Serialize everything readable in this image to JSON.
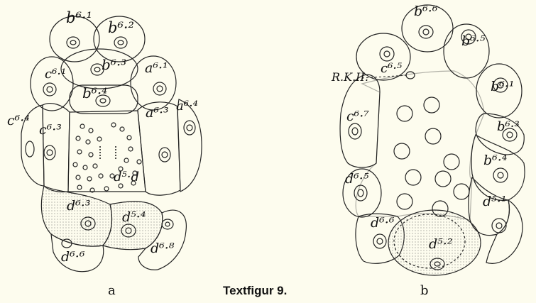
{
  "caption": {
    "title": "Textfigur 9.",
    "panel_a": "a",
    "panel_b": "b"
  },
  "panel_a_labels": {
    "b61": "b⁶·¹",
    "b62": "b⁶·²",
    "b63": "b⁶·³",
    "b64": "b⁶·⁴",
    "c61": "c⁶·¹",
    "a61": "a⁶·¹",
    "c64": "c⁶·⁴",
    "c63": "c⁶·³",
    "a63": "a⁶·³",
    "a64": "a⁶·⁴",
    "d5d": "d⁵·d",
    "d63": "d⁶·³",
    "d54": "d⁵·⁴",
    "d66": "d⁶·⁶",
    "d68": "d⁶·⁸"
  },
  "panel_b_labels": {
    "b66": "b⁶·⁶",
    "b65": "b⁶·⁵",
    "c65": "c⁶·⁵",
    "b61": "b⁶·¹",
    "rk": "R.K.II.",
    "c67": "c⁶·⁷",
    "b63": "b⁶·³",
    "b64": "b⁶·⁴",
    "d65": "d⁶·⁵",
    "d51": "d⁵·¹",
    "d66": "d⁶·⁶",
    "d52": "d⁵·²"
  }
}
